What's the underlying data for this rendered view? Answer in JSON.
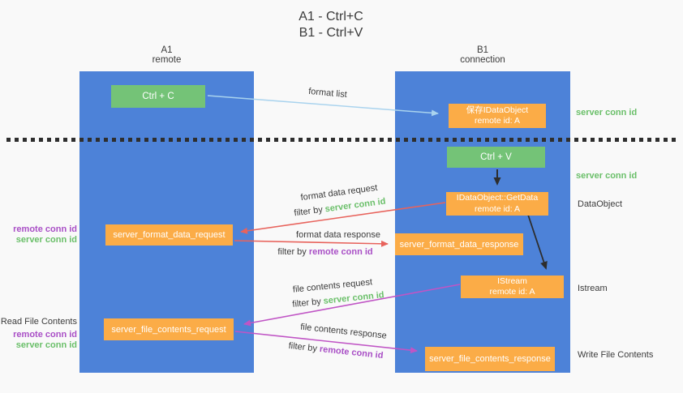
{
  "title": {
    "line1": "A1 - Ctrl+C",
    "line2": "B1 - Ctrl+V"
  },
  "lanes": {
    "left": {
      "name": "A1",
      "role": "remote"
    },
    "right": {
      "name": "B1",
      "role": "connection"
    }
  },
  "nodes": {
    "ctrl_c": {
      "label": "Ctrl + C"
    },
    "ctrl_v": {
      "label": "Ctrl + V"
    },
    "save_dataobject": {
      "line1": "保存IDataObject",
      "line2": "remote id: A"
    },
    "getdata": {
      "line1": "IDataObject::GetData",
      "line2": "remote id: A"
    },
    "istream": {
      "line1": "IStream",
      "line2": "remote id: A"
    },
    "server_format_data_request": {
      "label": "server_format_data_request"
    },
    "server_format_data_response": {
      "label": "server_format_data_response"
    },
    "server_file_contents_request": {
      "label": "server_file_contents_request"
    },
    "server_file_contents_response": {
      "label": "server_file_contents_response"
    }
  },
  "edge_labels": {
    "format_list": "format list",
    "format_data_request": "format data request",
    "format_data_response": "format data response",
    "file_contents_request": "file contents request",
    "file_contents_response": "file contents response",
    "filter_by": "filter by",
    "server_conn_id": "server conn id",
    "remote_conn_id": "remote conn id"
  },
  "annotations": {
    "right_server_conn_id_top": "server conn id",
    "right_server_conn_id_mid": "server conn id",
    "data_object": "DataObject",
    "istream": "Istream",
    "write_file_contents": "Write File Contents",
    "read_file_contents": "Read File Contents",
    "left_remote_conn_id_top": "remote conn id",
    "left_server_conn_id_top": "server conn id",
    "left_remote_conn_id_bottom": "remote conn id",
    "left_server_conn_id_bottom": "server conn id"
  },
  "colors": {
    "lane_blue": "#4d82d8",
    "node_green": "#74c377",
    "node_orange": "#fbac47",
    "conn_green": "#6abf69",
    "conn_purple": "#a94fc6",
    "arrow_red": "#e8635c",
    "arrow_magenta": "#c055c5",
    "arrow_light_blue": "#a9d3ee",
    "arrow_black": "#2d2d2d"
  }
}
